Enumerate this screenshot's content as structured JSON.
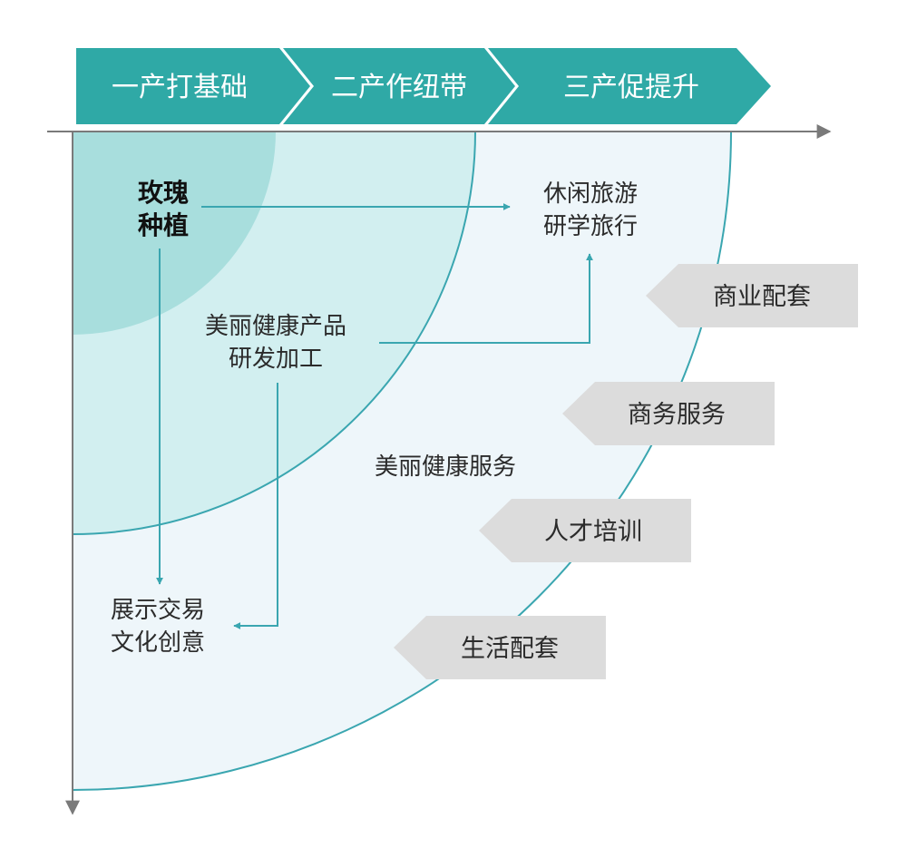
{
  "colors": {
    "banner": "#2fa9a6",
    "inner_circle": "#a8dedd",
    "middle_ring": "#d2eff0",
    "outer_ring": "#eef6fa",
    "ring_stroke": "#3aa6b0",
    "arrow": "#3aa6b0",
    "axis": "#7a7a7a",
    "tag_fill": "#dcdcdc"
  },
  "banner": {
    "stage1": "一产打基础",
    "stage2": "二产作纽带",
    "stage3": "三产促提升"
  },
  "nodes": {
    "rose_line1": "玫瑰",
    "rose_line2": "种植",
    "leisure_line1": "休闲旅游",
    "leisure_line2": "研学旅行",
    "product_line1": "美丽健康产品",
    "product_line2": "研发加工",
    "service": "美丽健康服务",
    "display_line1": "展示交易",
    "display_line2": "文化创意"
  },
  "tags": {
    "commercial": "商业配套",
    "business": "商务服务",
    "talent": "人才培训",
    "living": "生活配套"
  }
}
